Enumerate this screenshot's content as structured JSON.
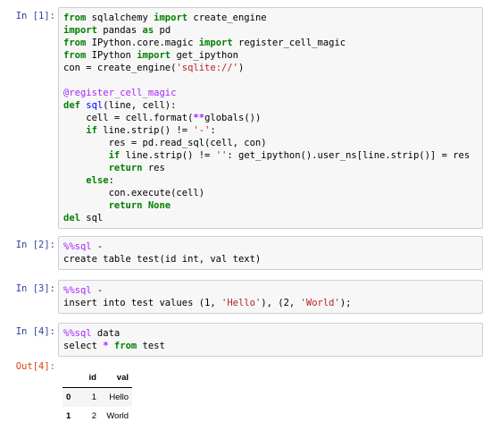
{
  "cells": [
    {
      "prompt": "In [1]:",
      "lines": [
        [
          [
            "kw",
            "from"
          ],
          [
            "t",
            " sqlalchemy "
          ],
          [
            "kw",
            "import"
          ],
          [
            "t",
            " create_engine"
          ]
        ],
        [
          [
            "kw",
            "import"
          ],
          [
            "t",
            " pandas "
          ],
          [
            "kw",
            "as"
          ],
          [
            "t",
            " pd"
          ]
        ],
        [
          [
            "kw",
            "from"
          ],
          [
            "t",
            " IPython.core.magic "
          ],
          [
            "kw",
            "import"
          ],
          [
            "t",
            " register_cell_magic"
          ]
        ],
        [
          [
            "kw",
            "from"
          ],
          [
            "t",
            " IPython "
          ],
          [
            "kw",
            "import"
          ],
          [
            "t",
            " get_ipython"
          ]
        ],
        [
          [
            "t",
            "con = create_engine("
          ],
          [
            "str",
            "'sqlite://'"
          ],
          [
            "t",
            ")"
          ]
        ],
        [
          [
            "t",
            ""
          ]
        ],
        [
          [
            "dec",
            "@register_cell_magic"
          ]
        ],
        [
          [
            "kw",
            "def"
          ],
          [
            "t",
            " "
          ],
          [
            "fn",
            "sql"
          ],
          [
            "t",
            "(line, cell):"
          ]
        ],
        [
          [
            "t",
            "    cell = cell.format("
          ],
          [
            "op",
            "**"
          ],
          [
            "t",
            "globals())"
          ]
        ],
        [
          [
            "t",
            "    "
          ],
          [
            "kw",
            "if"
          ],
          [
            "t",
            " line.strip() != "
          ],
          [
            "str",
            "'-'"
          ],
          [
            "t",
            ":"
          ]
        ],
        [
          [
            "t",
            "        res = pd.read_sql(cell, con)"
          ]
        ],
        [
          [
            "t",
            "        "
          ],
          [
            "kw",
            "if"
          ],
          [
            "t",
            " line.strip() != "
          ],
          [
            "str",
            "''"
          ],
          [
            "t",
            ": get_ipython().user_ns[line.strip()] = res"
          ]
        ],
        [
          [
            "t",
            "        "
          ],
          [
            "kw",
            "return"
          ],
          [
            "t",
            " res"
          ]
        ],
        [
          [
            "t",
            "    "
          ],
          [
            "kw",
            "else"
          ],
          [
            "t",
            ":"
          ]
        ],
        [
          [
            "t",
            "        con.execute(cell)"
          ]
        ],
        [
          [
            "t",
            "        "
          ],
          [
            "kw",
            "return"
          ],
          [
            "t",
            " "
          ],
          [
            "kw",
            "None"
          ]
        ],
        [
          [
            "kw",
            "del"
          ],
          [
            "t",
            " sql"
          ]
        ]
      ]
    },
    {
      "prompt": "In [2]:",
      "lines": [
        [
          [
            "mag",
            "%%sql"
          ],
          [
            "t",
            " -"
          ]
        ],
        [
          [
            "t",
            "create table test(id int, val text)"
          ]
        ]
      ]
    },
    {
      "prompt": "In [3]:",
      "lines": [
        [
          [
            "mag",
            "%%sql"
          ],
          [
            "t",
            " -"
          ]
        ],
        [
          [
            "t",
            "insert into test values (1, "
          ],
          [
            "str",
            "'Hello'"
          ],
          [
            "t",
            "), (2, "
          ],
          [
            "str",
            "'World'"
          ],
          [
            "t",
            ");"
          ]
        ]
      ]
    },
    {
      "prompt": "In [4]:",
      "lines": [
        [
          [
            "mag",
            "%%sql"
          ],
          [
            "t",
            " data"
          ]
        ],
        [
          [
            "t",
            "select "
          ],
          [
            "op",
            "*"
          ],
          [
            "t",
            " "
          ],
          [
            "kw",
            "from"
          ],
          [
            "t",
            " test"
          ]
        ]
      ]
    }
  ],
  "output": {
    "prompt": "Out[4]:",
    "columns": [
      "",
      "id",
      "val"
    ],
    "rows": [
      [
        "0",
        "1",
        "Hello"
      ],
      [
        "1",
        "2",
        "World"
      ]
    ]
  }
}
